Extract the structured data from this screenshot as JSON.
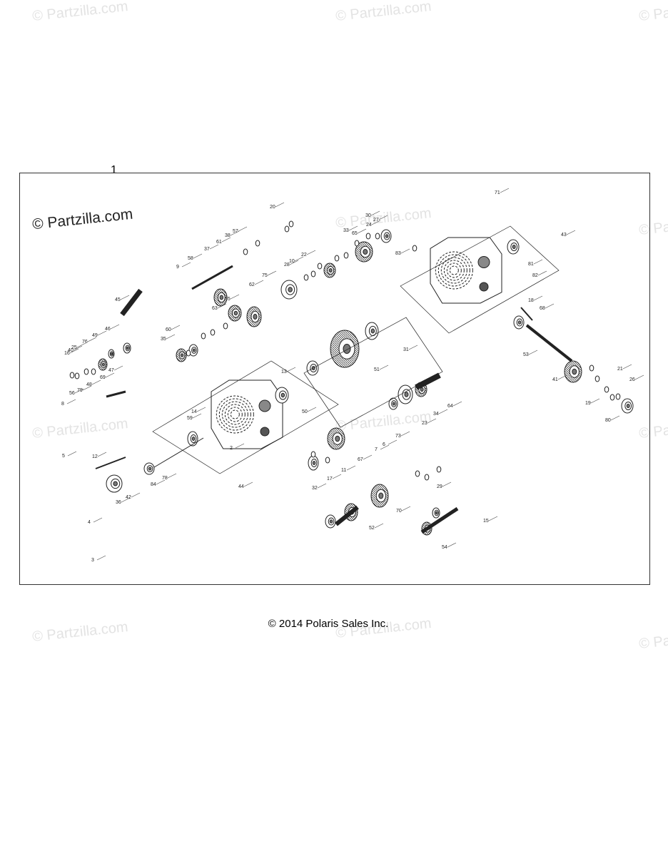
{
  "watermark": {
    "text": "© Partzilla.com"
  },
  "diagram": {
    "title_number": "1",
    "copyright": "© 2014 Polaris Sales Inc."
  },
  "callouts": [
    "1",
    "2",
    "3",
    "4",
    "5",
    "6",
    "7",
    "8",
    "9",
    "10",
    "11",
    "12",
    "13",
    "14",
    "15",
    "16",
    "17",
    "18",
    "19",
    "20",
    "21",
    "22",
    "23",
    "24",
    "25",
    "26",
    "27",
    "28",
    "29",
    "30",
    "31",
    "32",
    "33",
    "34",
    "35",
    "36",
    "37",
    "38",
    "40",
    "41",
    "42",
    "43",
    "44",
    "45",
    "46",
    "47",
    "48",
    "49",
    "50",
    "51",
    "52",
    "53",
    "54",
    "55",
    "56",
    "57",
    "58",
    "59",
    "60",
    "61",
    "62",
    "63",
    "64",
    "65",
    "67",
    "68",
    "69",
    "70",
    "71",
    "73",
    "75",
    "76",
    "78",
    "79",
    "80",
    "81",
    "82",
    "83",
    "84"
  ]
}
